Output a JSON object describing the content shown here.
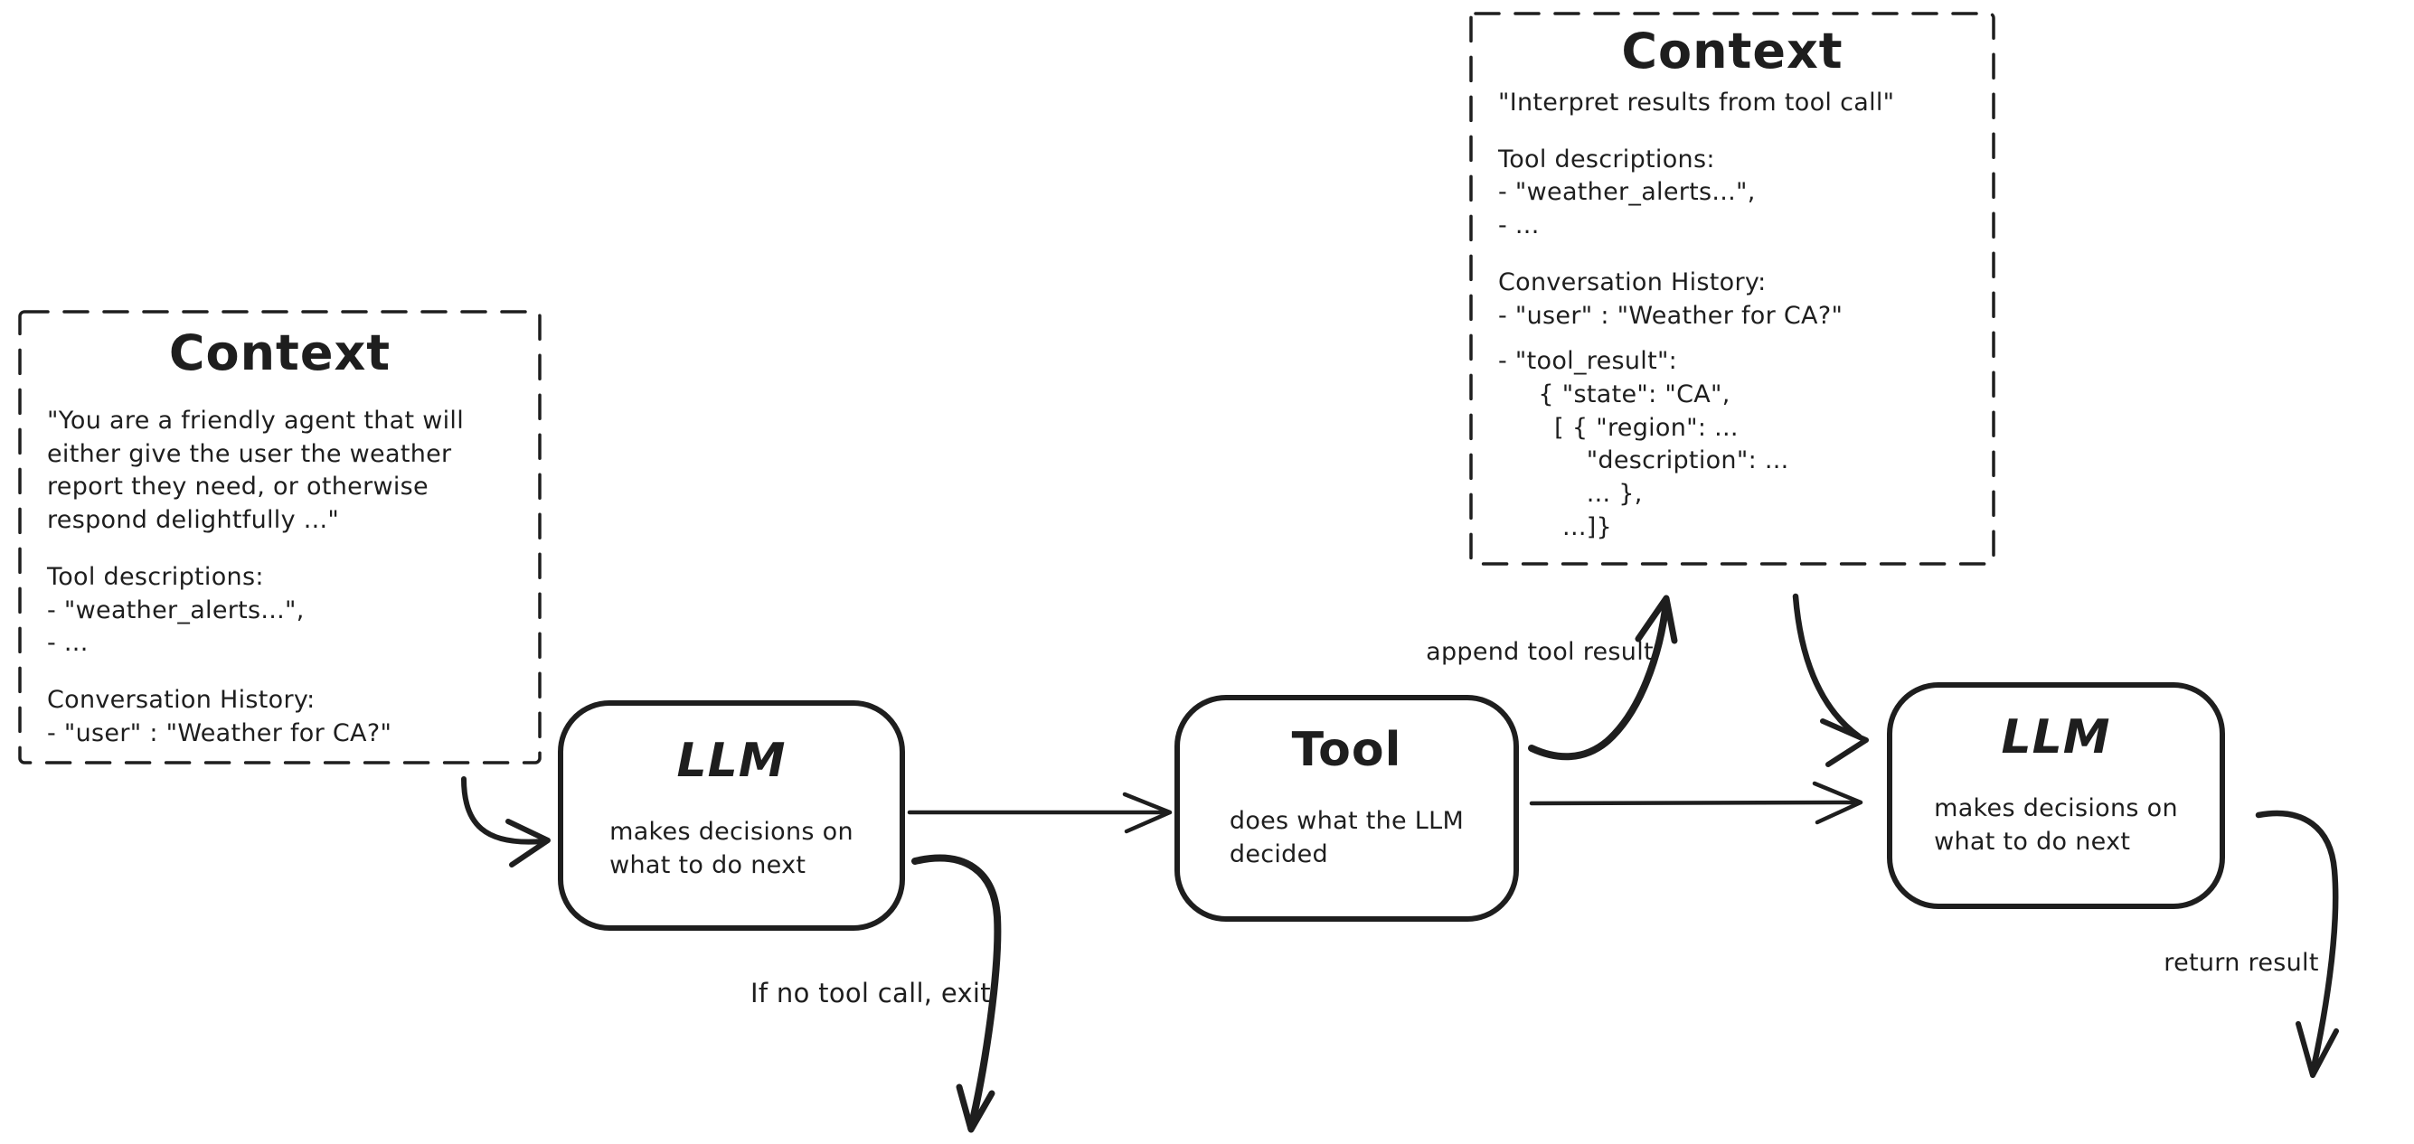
{
  "diagram": {
    "colors": {
      "ink": "#1e1e1e",
      "background": "#ffffff"
    },
    "context_boxes": [
      {
        "id": "context-left",
        "title": "Context",
        "system_prompt": "\"You are a friendly agent that will\neither give the user the weather\nreport they need, or otherwise\nrespond delightfully ...\"",
        "tool_descriptions": "Tool descriptions:\n- \"weather_alerts...\",\n- ...",
        "conversation_history": "Conversation History:\n- \"user\" : \"Weather for CA?\""
      },
      {
        "id": "context-top",
        "title": "Context",
        "instruction": "\"Interpret results from tool call\"",
        "tool_descriptions": "Tool descriptions:\n- \"weather_alerts...\",\n- ...",
        "conversation_history": "Conversation History:\n- \"user\" : \"Weather for CA?\"",
        "tool_result_block": "- \"tool_result\":\n     { \"state\": \"CA\",\n       [ { \"region\": ...\n           \"description\": ...\n           ... },\n        ...]}"
      }
    ],
    "nodes": [
      {
        "id": "llm-1",
        "title": "LLM",
        "subtitle": "makes decisions on\nwhat to do next"
      },
      {
        "id": "tool",
        "title": "Tool",
        "subtitle": "does what the LLM\ndecided"
      },
      {
        "id": "llm-2",
        "title": "LLM",
        "subtitle": "makes decisions on\nwhat to do next"
      }
    ],
    "edges": [
      {
        "from": "context-left",
        "to": "llm-1",
        "label": ""
      },
      {
        "from": "llm-1",
        "to": "tool",
        "label": ""
      },
      {
        "from": "tool",
        "to": "context-top",
        "label": "append tool result"
      },
      {
        "from": "context-top",
        "to": "llm-2",
        "label": ""
      },
      {
        "from": "tool",
        "to": "llm-2",
        "label": ""
      },
      {
        "from": "llm-1",
        "to": "exit",
        "label": "If no tool call, exit"
      },
      {
        "from": "llm-2",
        "to": "exit",
        "label": "return result"
      }
    ]
  }
}
